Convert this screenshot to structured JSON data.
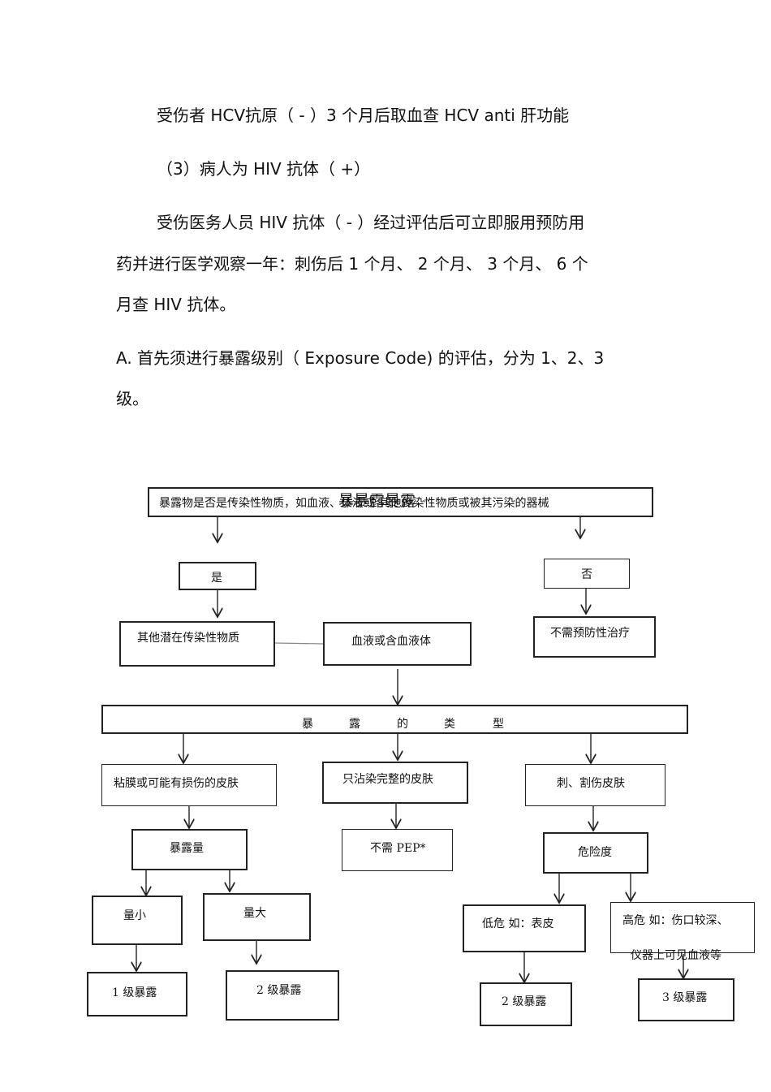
{
  "paragraphs": [
    "受伤者  HCV抗原（ - ）3 个月后取血查   HCV anti  肝功能",
    "（3）病人为  HIV 抗体（ +）",
    "受伤医务人员   HIV 抗体（ - ）经过评估后可立即服用预防用",
    "药并进行医学观察一年：刺伤后      1 个月、 2 个月、 3 个月、 6 个",
    "月查  HIV 抗体。",
    "A. 首先须进行暴露级别（    Exposure Code) 的评估，分为   1、2、3",
    "级。"
  ],
  "flow": {
    "top_question": "暴露物是否是传染性物质，如血液、体液或  其他传染性物质或被其污染的器械",
    "top_overlay": "暴暴露暴露",
    "yes": "是",
    "no": "否",
    "other_potential": "其他潜在传染性物质",
    "blood": "血液或含血液体",
    "no_prophylaxis": "不需预防性治疗",
    "exposure_type": [
      "暴",
      "露",
      "的",
      "类",
      "型"
    ],
    "mucosa": "粘膜或可能有损伤的皮肤",
    "intact_skin": "只沾染完整的皮肤",
    "puncture": "刺、割伤皮肤",
    "exposure_amount": "暴露量",
    "no_pep": "不需  PEP*",
    "risk": "危险度",
    "small": "量小",
    "large": "量大",
    "low_risk": "低危   如：表皮",
    "high_risk_1": "高危    如：伤口较深、",
    "high_risk_2": "仪器上可见血液等",
    "level1": "1 级暴露",
    "level2a": "2 级暴露",
    "level2b": "2 级暴露",
    "level3": "3 级暴露"
  }
}
